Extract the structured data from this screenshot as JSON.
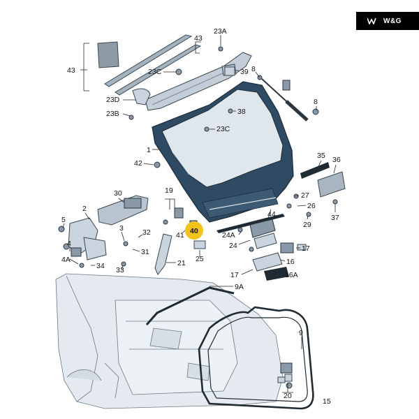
{
  "logo": {
    "text": "W&G"
  },
  "callouts": {
    "c43a": "43",
    "c23A": "23A",
    "c43b": "43",
    "c23C_top": "23C",
    "c39": "39",
    "c8a": "8",
    "c23D": "23D",
    "c23B": "23B",
    "c38": "38",
    "c23C_mid": "23C",
    "c8b": "8",
    "c1": "1",
    "c42": "42",
    "c35": "35",
    "c36": "36",
    "c30": "30",
    "c19": "19",
    "c27": "27",
    "c26": "26",
    "c5": "5",
    "c2": "2",
    "c44": "44",
    "c29": "29",
    "c37": "37",
    "c3": "3",
    "c32": "32",
    "c41": "41",
    "c40": "40",
    "c24A": "24A",
    "c24": "24",
    "c4": "4",
    "c31": "31",
    "c17a": "17",
    "c4A": "4A",
    "c34": "34",
    "c33": "33",
    "c21": "21",
    "c25": "25",
    "c16": "16",
    "c17b": "17",
    "c16A": "16A",
    "c9A": "9A",
    "c9": "9",
    "c20": "20",
    "c15": "15"
  },
  "colors": {
    "highlight": "#f3c21b",
    "tailgate": "#2f4a63"
  }
}
